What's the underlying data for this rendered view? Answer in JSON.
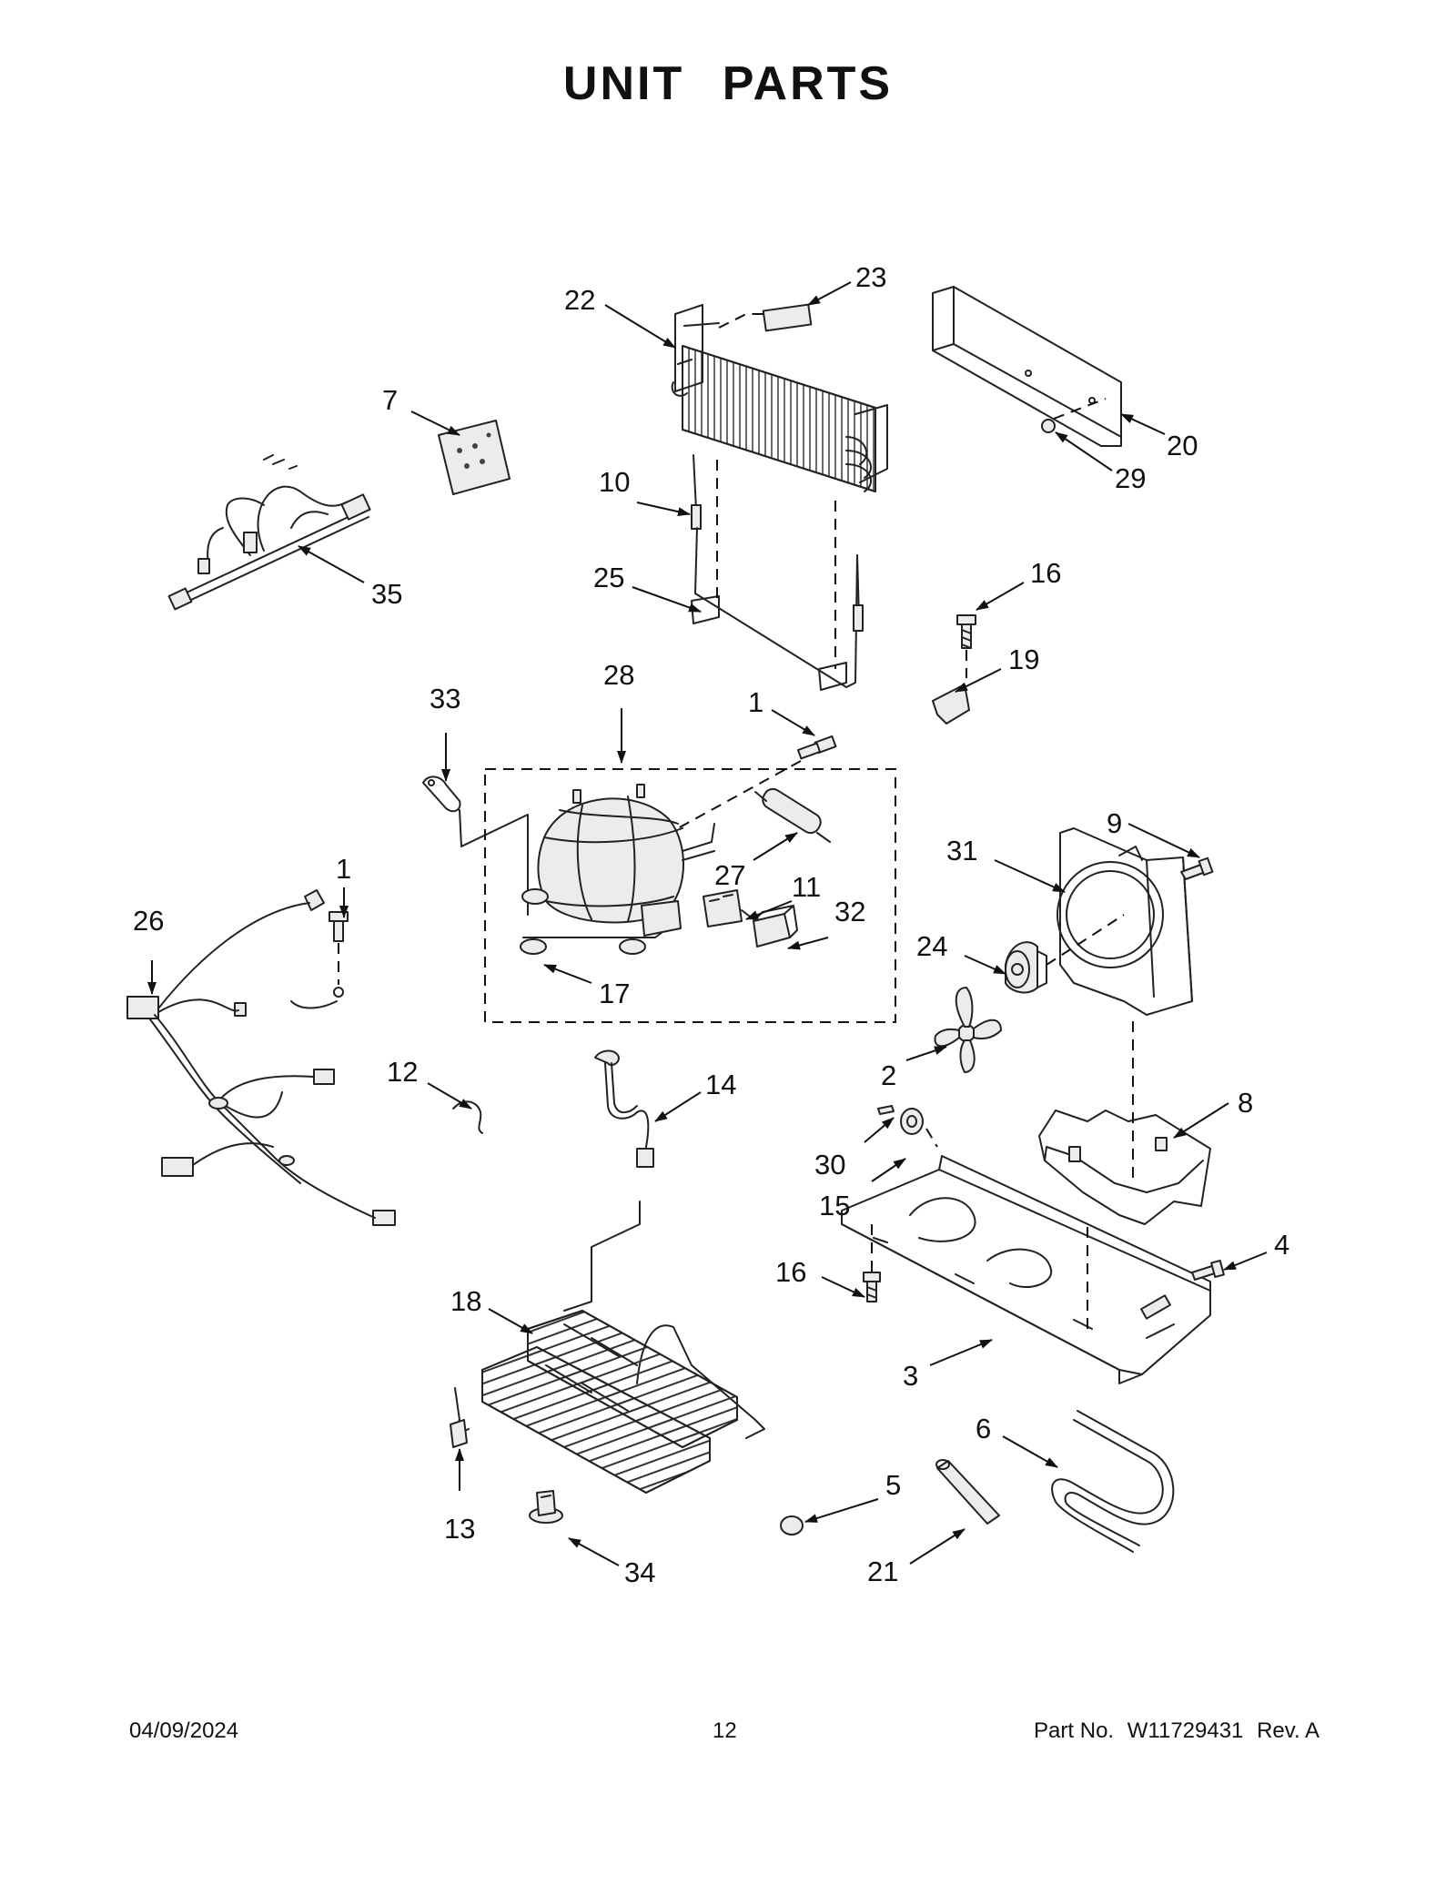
{
  "page": {
    "title_word1": "UNIT",
    "title_word2": "PARTS"
  },
  "footer": {
    "date": "04/09/2024",
    "page_number": "12",
    "part_label": "Part No.",
    "part_number": "W11729431",
    "revision": "Rev.  A"
  },
  "callouts": {
    "c1a": "1",
    "c1b": "1",
    "c2": "2",
    "c3": "3",
    "c4": "4",
    "c5": "5",
    "c6": "6",
    "c7": "7",
    "c8": "8",
    "c9": "9",
    "c10": "10",
    "c11": "11",
    "c12": "12",
    "c13": "13",
    "c14": "14",
    "c15": "15",
    "c16a": "16",
    "c16b": "16",
    "c17": "17",
    "c18": "18",
    "c19": "19",
    "c20": "20",
    "c21": "21",
    "c22": "22",
    "c23": "23",
    "c24": "24",
    "c25": "25",
    "c26": "26",
    "c27": "27",
    "c28": "28",
    "c29": "29",
    "c30": "30",
    "c31": "31",
    "c32": "32",
    "c33": "33",
    "c34": "34",
    "c35": "35"
  }
}
